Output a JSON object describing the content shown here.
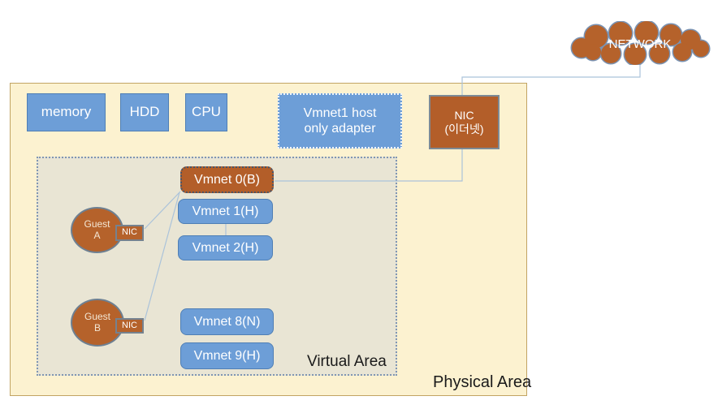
{
  "cloud": {
    "label": "NETWORK"
  },
  "physical_area": {
    "label": "Physical Area"
  },
  "virtual_area": {
    "label": "Virtual Area"
  },
  "hardware": [
    {
      "label": "memory"
    },
    {
      "label": "HDD"
    },
    {
      "label": "CPU"
    }
  ],
  "adapters": {
    "vmnet1_host": {
      "line1": "Vmnet1 host",
      "line2": "only adapter"
    },
    "nic": {
      "line1": "NIC",
      "line2": "(이더넷)"
    }
  },
  "vmnets": [
    {
      "label": "Vmnet 0(B)",
      "variant": "orange-dotted"
    },
    {
      "label": "Vmnet 1(H)",
      "variant": "blue"
    },
    {
      "label": "Vmnet 2(H)",
      "variant": "blue"
    },
    {
      "label": "Vmnet 8(N)",
      "variant": "blue"
    },
    {
      "label": "Vmnet 9(H)",
      "variant": "blue"
    }
  ],
  "guests": [
    {
      "line1": "Guest",
      "line2": "A",
      "nic_label": "NIC"
    },
    {
      "line1": "Guest",
      "line2": "B",
      "nic_label": "NIC"
    }
  ],
  "colors": {
    "accent_blue": "#6d9ed7",
    "accent_orange": "#b35e29",
    "physical_bg": "#fcf2d0",
    "virtual_bg": "#e9e5d4",
    "connector": "#abc3da",
    "area_border": "#c2a463",
    "virtual_border_dots": "#8096b3"
  }
}
